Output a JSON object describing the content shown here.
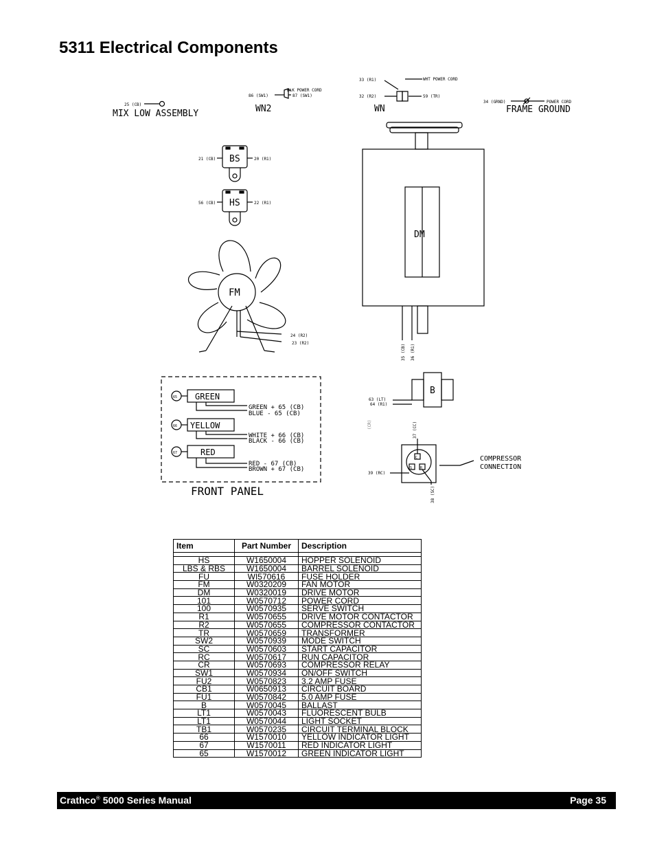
{
  "page": {
    "title": "5311 Electrical Components"
  },
  "diagram": {
    "mix_low": {
      "wire": "25 (CB)",
      "label": "MIX LOW ASSEMBLY"
    },
    "wn2": {
      "wire_a": "86 (SW1)",
      "wire_b": "87 (SW1)",
      "cord": "BLK POWER CORD",
      "label": "WN2"
    },
    "wn": {
      "wire_33": "33 (R1)",
      "wire_32": "32 (R2)",
      "wire_59": "59 (TR)",
      "cord": "WHT POWER CORD",
      "label": "WN"
    },
    "frame_ground": {
      "wire": "34 (GRND)",
      "cord": "POWER CORD",
      "label": "FRAME GROUND"
    },
    "bs": {
      "left": "21 (CB)",
      "right": "20 (R1)",
      "label": "BS"
    },
    "hs": {
      "left": "56 (CB)",
      "right": "22 (R1)",
      "label": "HS"
    },
    "fm": {
      "label": "FM",
      "wire_24": "24 (R2)",
      "wire_23": "23 (R2)"
    },
    "dm": {
      "label": "DM",
      "wire_35": "35 (CB)",
      "wire_36": "36 (R1)"
    },
    "ballast": {
      "label": "B",
      "wire_63": "63 (LT)",
      "wire_64": "64 (R1)"
    },
    "compressor": {
      "cr": "(CR)",
      "wire_37": "37 (CC)",
      "wire_39": "39 (RC)",
      "wire_38": "38 (SC)",
      "label_1": "COMPRESSOR",
      "label_2": "CONNECTION",
      "terminals": [
        "C",
        "S",
        "R"
      ]
    },
    "front_panel": {
      "label": "FRONT PANEL",
      "lights": [
        {
          "num": "65",
          "name": "GREEN",
          "wire_a": "GREEN + 65 (CB)",
          "wire_b": "BLUE - 65 (CB)"
        },
        {
          "num": "66",
          "name": "YELLOW",
          "wire_a": "WHITE + 66 (CB)",
          "wire_b": "BLACK - 66 (CB)"
        },
        {
          "num": "67",
          "name": "RED",
          "wire_a": "RED - 67 (CB)",
          "wire_b": "BROWN + 67 (CB)"
        }
      ]
    }
  },
  "table": {
    "headers": [
      "Item",
      "Part Number",
      "Description"
    ],
    "rows": [
      [
        "HS",
        "W1650004",
        "HOPPER SOLENOID"
      ],
      [
        "LBS & RBS",
        "W1650004",
        "BARREL SOLENOID"
      ],
      [
        "FU",
        "WI570616",
        "FUSE HOLDER"
      ],
      [
        "FM",
        "W0320209",
        "FAN MOTOR"
      ],
      [
        "DM",
        "W0320019",
        "DRIVE MOTOR"
      ],
      [
        "101",
        "W0570712",
        "POWER CORD"
      ],
      [
        "100",
        "W0570935",
        "SERVE SWITCH"
      ],
      [
        "R1",
        "W0570655",
        "DRIVE MOTOR CONTACTOR"
      ],
      [
        "R2",
        "W0570655",
        "COMPRESSOR CONTACTOR"
      ],
      [
        "TR",
        "W0570659",
        "TRANSFORMER"
      ],
      [
        "SW2",
        "W0570939",
        "MODE SWITCH"
      ],
      [
        "SC",
        "W0570603",
        "START CAPACITOR"
      ],
      [
        "RC",
        "W0570617",
        "RUN CAPACITOR"
      ],
      [
        "CR",
        "W0570693",
        "COMPRESSOR RELAY"
      ],
      [
        "SW1",
        "W0570934",
        "ON/OFF SWITCH"
      ],
      [
        "FU2",
        "W0570823",
        "3.2 AMP FUSE"
      ],
      [
        "CB1",
        "W0650913",
        "CIRCUIT BOARD"
      ],
      [
        "FU1",
        "W0570842",
        "5.0 AMP FUSE"
      ],
      [
        "B",
        "W0570045",
        "BALLAST"
      ],
      [
        "LT1",
        "W0570043",
        "FLUORESCENT BULB"
      ],
      [
        "LT1",
        "W0570044",
        "LIGHT SOCKET"
      ],
      [
        "TB1",
        "W0570235",
        "CIRCUIT TERMINAL BLOCK"
      ],
      [
        "66",
        "W1570010",
        "YELLOW INDICATOR LIGHT"
      ],
      [
        "67",
        "W1570011",
        "RED INDICATOR LIGHT"
      ],
      [
        "65",
        "W1570012",
        "GREEN INDICATOR LIGHT"
      ]
    ]
  },
  "footer": {
    "brand": "Crathco",
    "reg": "®",
    "manual": " 5000 Series Manual",
    "page": "Page 35"
  }
}
